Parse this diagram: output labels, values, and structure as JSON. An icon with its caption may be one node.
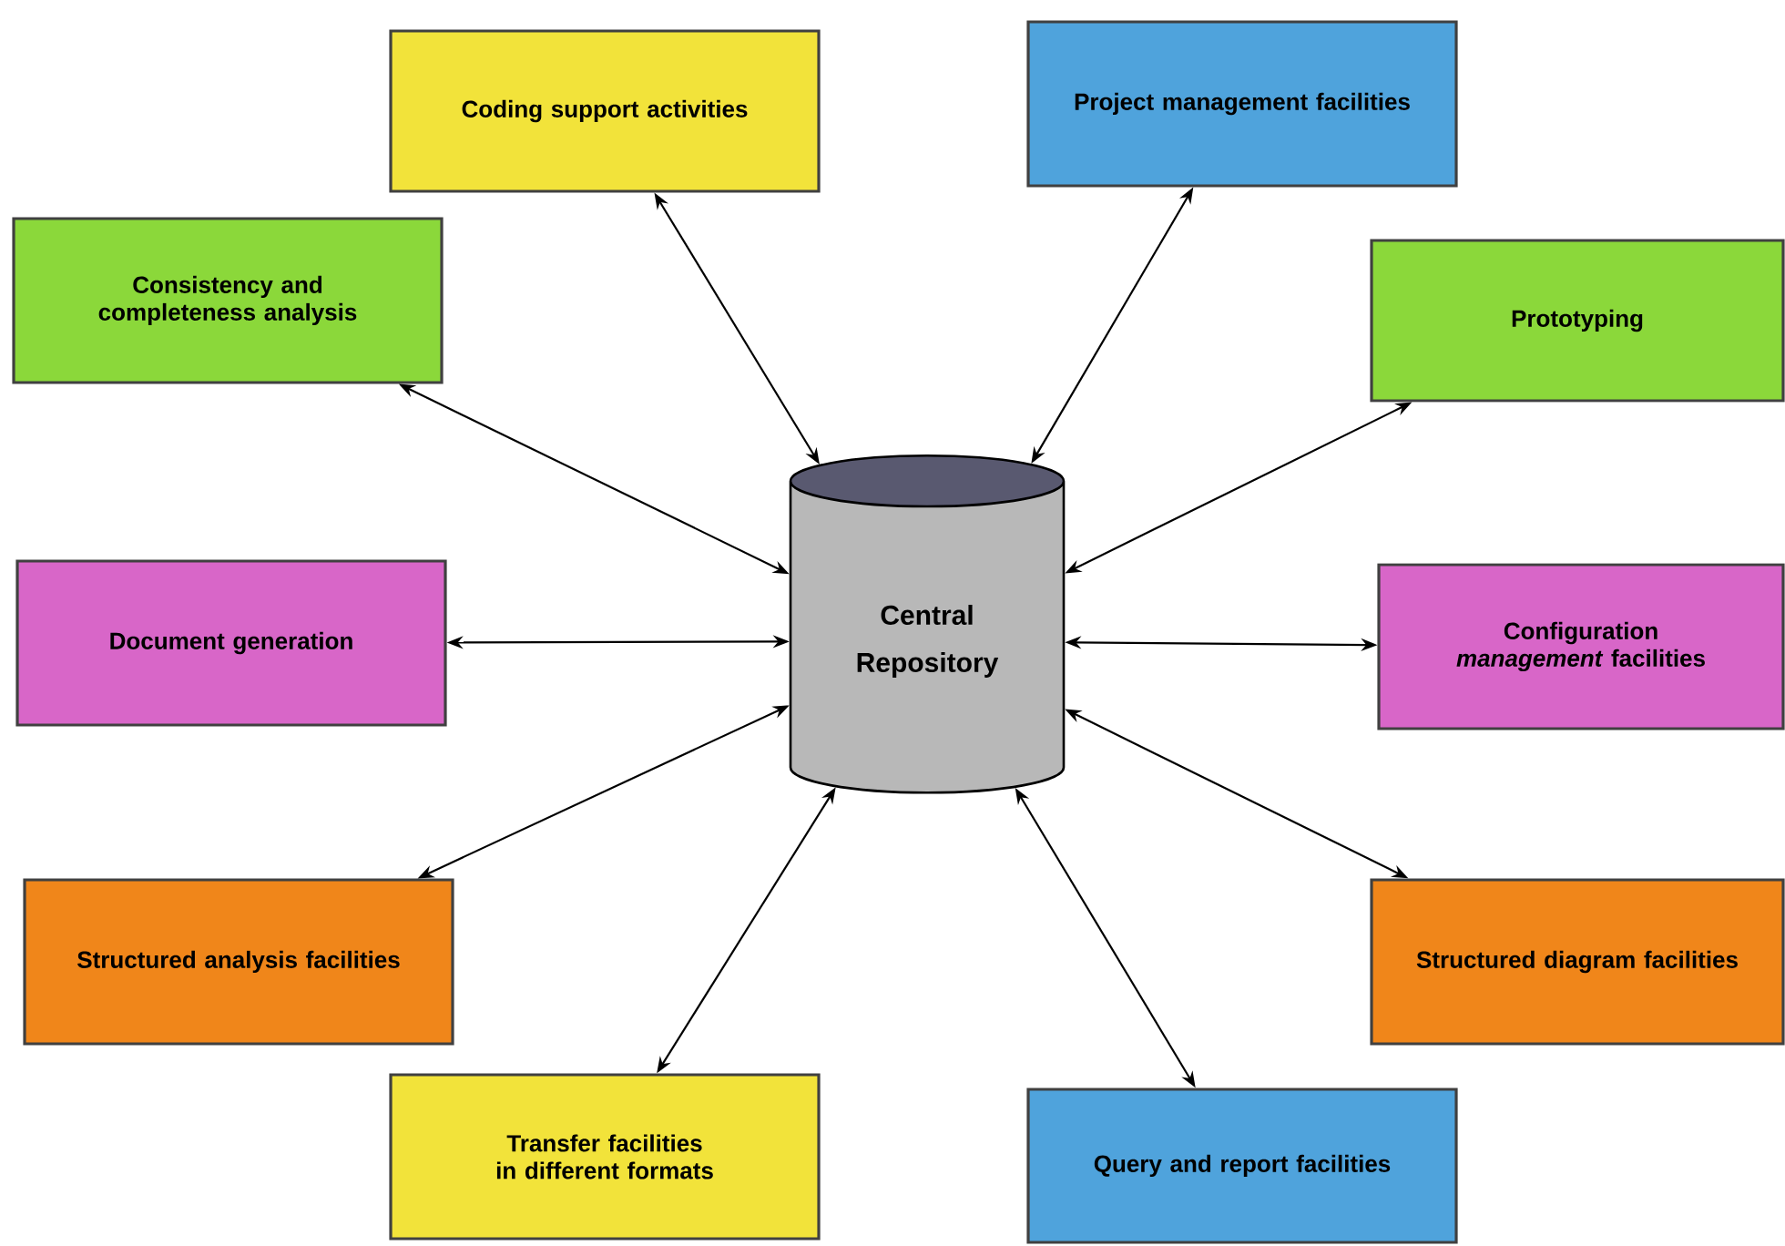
{
  "diagram": {
    "nodes": [
      {
        "text": [
          "Central Repository"
        ]
      },
      {
        "text": [
          "Coding support activities"
        ]
      },
      {
        "text": [
          "Project management facilities"
        ]
      },
      {
        "text": [
          "Consistency and completeness analysis"
        ]
      },
      {
        "text": [
          "Prototyping"
        ]
      },
      {
        "text": [
          "Document generation"
        ]
      },
      {
        "text": [
          "Configuration *management* facilities"
        ]
      },
      {
        "text": [
          "Structured analysis facilities"
        ]
      },
      {
        "text": [
          "Structured diagram facilities"
        ]
      },
      {
        "text": [
          "Transfer facilities in different formats"
        ]
      },
      {
        "text": [
          "Query and report facilities"
        ]
      }
    ],
    "edges": [
      {
        "from": 0,
        "to": 1,
        "arrow": "both"
      },
      {
        "from": 0,
        "to": 2,
        "arrow": "both"
      },
      {
        "from": 0,
        "to": 3,
        "arrow": "both"
      },
      {
        "from": 0,
        "to": 4,
        "arrow": "both"
      },
      {
        "from": 0,
        "to": 5,
        "arrow": "both"
      },
      {
        "from": 0,
        "to": 6,
        "arrow": "both"
      },
      {
        "from": 0,
        "to": 7,
        "arrow": "both"
      },
      {
        "from": 0,
        "to": 8,
        "arrow": "both"
      },
      {
        "from": 0,
        "to": 9,
        "arrow": "both"
      },
      {
        "from": 0,
        "to": 10,
        "arrow": "both"
      }
    ]
  }
}
